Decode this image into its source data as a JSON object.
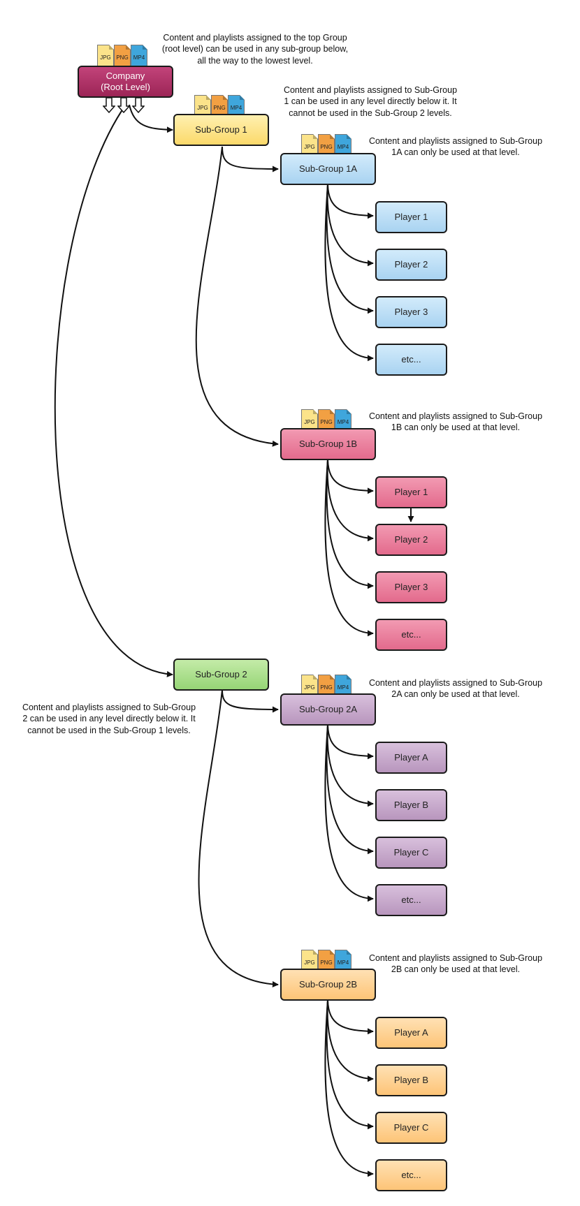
{
  "file_types": [
    "JPG",
    "PNG",
    "MP4"
  ],
  "colors": {
    "root": "#b03465",
    "sub_group_1": "#fde289",
    "blue": "#b9dcf4",
    "pink": "#e97a99",
    "green": "#a9dd8c",
    "purple": "#c6a9cc",
    "orange": "#fdcd8c"
  },
  "nodes": {
    "company": "Company\n(Root Level)",
    "sg1": "Sub-Group 1",
    "sg1a": "Sub-Group 1A",
    "sg1a_p1": "Player 1",
    "sg1a_p2": "Player 2",
    "sg1a_p3": "Player 3",
    "sg1a_etc": "etc...",
    "sg1b": "Sub-Group 1B",
    "sg1b_p1": "Player 1",
    "sg1b_p2": "Player 2",
    "sg1b_p3": "Player 3",
    "sg1b_etc": "etc...",
    "sg2": "Sub-Group 2",
    "sg2a": "Sub-Group 2A",
    "sg2a_pa": "Player A",
    "sg2a_pb": "Player B",
    "sg2a_pc": "Player C",
    "sg2a_etc": "etc...",
    "sg2b": "Sub-Group 2B",
    "sg2b_pa": "Player A",
    "sg2b_pb": "Player B",
    "sg2b_pc": "Player C",
    "sg2b_etc": "etc..."
  },
  "notes": {
    "root": "Content and playlists assigned to the top Group\n(root level) can be used in any sub-group below,\nall the way to the lowest level.",
    "sg1": "Content and playlists assigned to Sub-Group\n1 can be used in any level directly below it.  It\ncannot be used in the Sub-Group 2 levels.",
    "sg1a": "Content and playlists assigned to Sub-Group\n1A can only be used at that level.",
    "sg1b": "Content and playlists assigned to Sub-Group\n1B can only be used at that level.",
    "sg2": "Content and playlists assigned to Sub-Group\n2 can be used in any level directly below it.  It\ncannot be used in the Sub-Group 1 levels.",
    "sg2a": "Content and playlists assigned to Sub-Group\n2A can only be used at that level.",
    "sg2b": "Content and playlists assigned to Sub-Group\n2B can only be used at that level."
  }
}
